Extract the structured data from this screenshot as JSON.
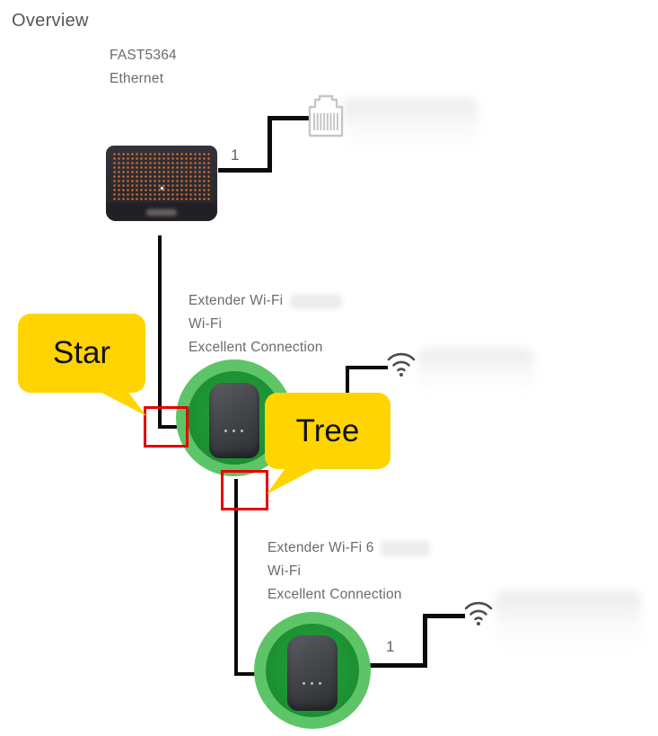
{
  "page": {
    "title": "Overview"
  },
  "router": {
    "model": "FAST5364",
    "connection": "Ethernet",
    "port_label": "1",
    "brand_label_blurred": true
  },
  "wired_client": {
    "icon": "ethernet-jack-icon",
    "name_blurred": true
  },
  "extender1": {
    "name": "Extender Wi-Fi",
    "name_suffix_blurred": true,
    "connection": "Wi-Fi",
    "status": "Excellent Connection",
    "client_icon": "wifi-icon",
    "client_name_blurred": true
  },
  "extender2": {
    "name": "Extender Wi-Fi 6",
    "name_suffix_blurred": true,
    "connection": "Wi-Fi",
    "status": "Excellent Connection",
    "port_label": "1",
    "client_icon": "wifi-icon",
    "client_name_blurred": true
  },
  "annotations": {
    "star": "Star",
    "tree": "Tree"
  },
  "colors": {
    "callout_yellow": "#ffd400",
    "highlight_red": "#e60000",
    "ring_green": "#5ec468",
    "core_green": "#1d9334",
    "line_black": "#0b0b0b",
    "text_gray": "#6b6b6b"
  }
}
